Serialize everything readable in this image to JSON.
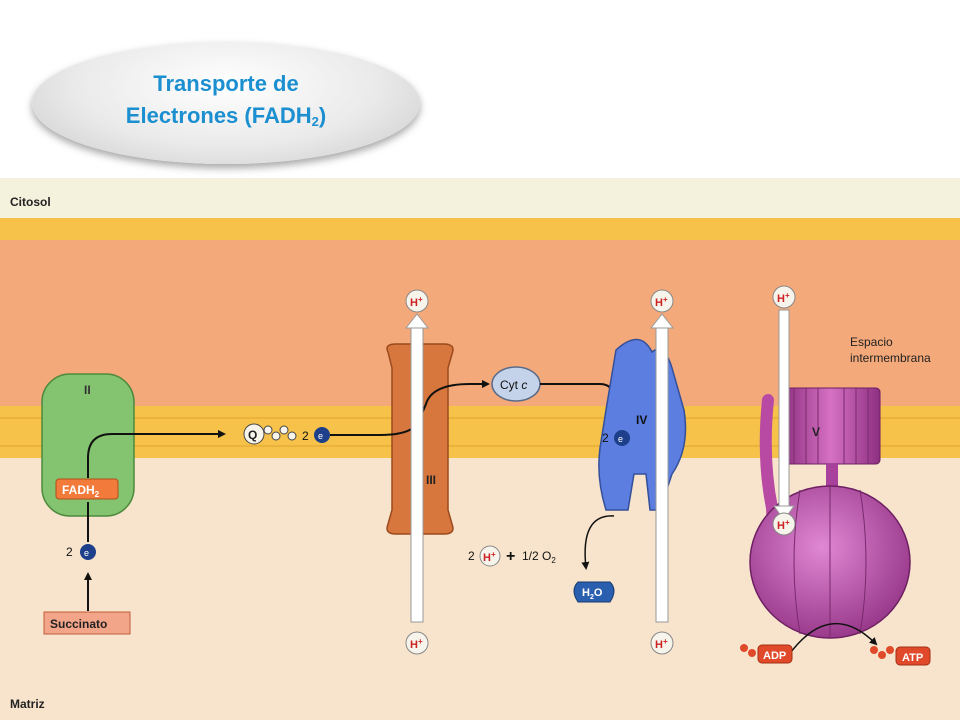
{
  "title": {
    "line1": "Transporte de",
    "line2_main": "Electrones (FADH",
    "line2_sub": "2",
    "line2_end": ")"
  },
  "regions": {
    "top": "Citosol",
    "bottom": "Matriz",
    "intermembrane_line1": "Espacio",
    "intermembrane_line2": "intermembrana"
  },
  "complexes": {
    "c2": "II",
    "c3": "III",
    "c4": "IV",
    "c5": "V"
  },
  "molecules": {
    "fadh": "FADH",
    "fadh_sub": "2",
    "succinato": "Succinato",
    "q": "Q",
    "cyt": "Cyt ",
    "cyt_c": "c",
    "h2o_h": "H",
    "h2o_sub": "2",
    "h2o_o": "O",
    "adp": "ADP",
    "atp": "ATP",
    "o2_text": "1/2 O",
    "o2_sub": "2",
    "plus": "+"
  },
  "labels": {
    "two": "2",
    "electron": "e",
    "electron_sup": "−",
    "proton": "H",
    "proton_sup": "+"
  },
  "colors": {
    "membrane_outer": "#f6c24a",
    "membrane_core": "#f4a97a",
    "cytosol": "#f4f1dc",
    "matrix": "#f8e4cc",
    "complex2": "#84c36f",
    "complex3": "#d7773e",
    "complex4": "#5b7ee0",
    "complex5": "#b84aa4",
    "electron": "#1e3f8a",
    "arrow": "#111111"
  }
}
